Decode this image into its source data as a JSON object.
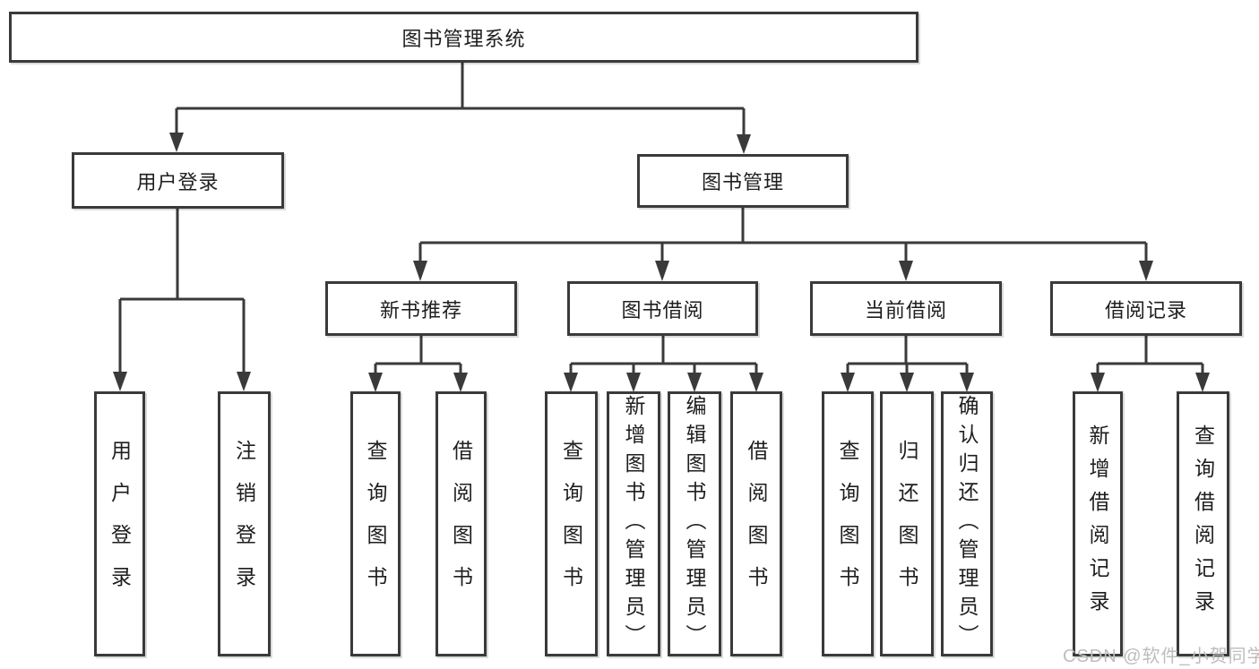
{
  "diagram": {
    "type": "hierarchy",
    "title": "图书管理系统"
  },
  "tree": {
    "label": "图书管理系统",
    "children": [
      {
        "label": "用户登录",
        "children": [
          {
            "label": "用户登录"
          },
          {
            "label": "注销登录"
          }
        ]
      },
      {
        "label": "图书管理",
        "children": [
          {
            "label": "新书推荐",
            "children": [
              {
                "label": "查询图书"
              },
              {
                "label": "借阅图书"
              }
            ]
          },
          {
            "label": "图书借阅",
            "children": [
              {
                "label": "查询图书"
              },
              {
                "label": "新增图书（管理员）"
              },
              {
                "label": "编辑图书（管理员）"
              },
              {
                "label": "借阅图书"
              }
            ]
          },
          {
            "label": "当前借阅",
            "children": [
              {
                "label": "查询图书"
              },
              {
                "label": "归还图书"
              },
              {
                "label": "确认归还（管理员）"
              }
            ]
          },
          {
            "label": "借阅记录",
            "children": [
              {
                "label": "新增借阅记录"
              },
              {
                "label": "查询借阅记录"
              }
            ]
          }
        ]
      }
    ]
  },
  "watermark": {
    "text": "CSDN @软件_小贺同学"
  },
  "colors": {
    "line": "#3a3a3a",
    "box_border": "#3a3a3a",
    "text": "#1e1e1e",
    "watermark": "#bdbdbd",
    "background": "#ffffff"
  }
}
